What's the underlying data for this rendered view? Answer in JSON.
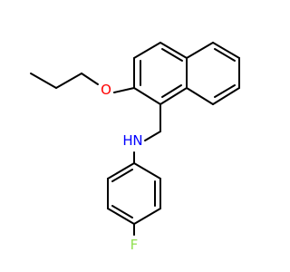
{
  "molecule": {
    "atoms": {
      "oxygen": "O",
      "nitrogen_h": "H",
      "nitrogen": "N",
      "fluorine": "F"
    },
    "colors": {
      "bond": "#000000",
      "oxygen": "#ff0000",
      "nitrogen": "#0000ff",
      "fluorine": "#90e050"
    }
  }
}
